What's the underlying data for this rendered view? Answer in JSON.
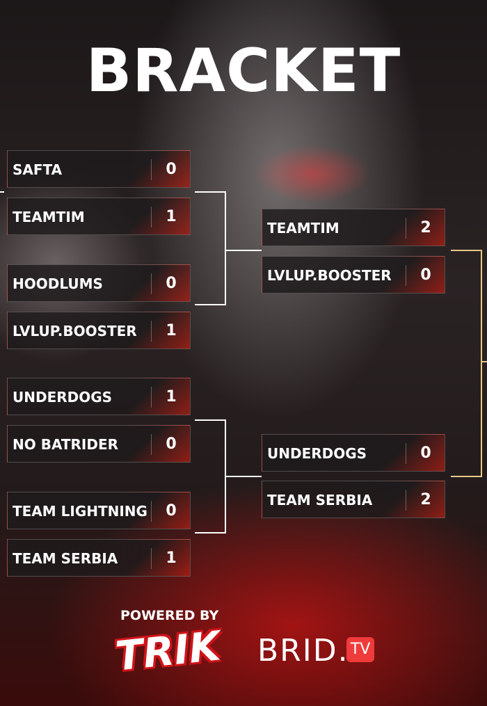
{
  "title": "BRACKET",
  "round1": [
    {
      "name": "SAFTA",
      "score": "0"
    },
    {
      "name": "TEAMTIM",
      "score": "1"
    },
    {
      "name": "HOODLUMS",
      "score": "0"
    },
    {
      "name": "LVLUP.BOOSTER",
      "score": "1"
    },
    {
      "name": "UNDERDOGS",
      "score": "1"
    },
    {
      "name": "NO BATRIDER",
      "score": "0"
    },
    {
      "name": "TEAM LIGHTNING",
      "score": "0"
    },
    {
      "name": "TEAM SERBIA",
      "score": "1"
    }
  ],
  "round2": [
    {
      "name": "TEAMTIM",
      "score": "2"
    },
    {
      "name": "LVLUP.BOOSTER",
      "score": "0"
    },
    {
      "name": "UNDERDOGS",
      "score": "0"
    },
    {
      "name": "TEAM SERBIA",
      "score": "2"
    }
  ],
  "footer": {
    "powered_by": "POWERED BY",
    "sponsor": "TRIK",
    "partner": "BRID.",
    "partner_badge": "TV"
  }
}
